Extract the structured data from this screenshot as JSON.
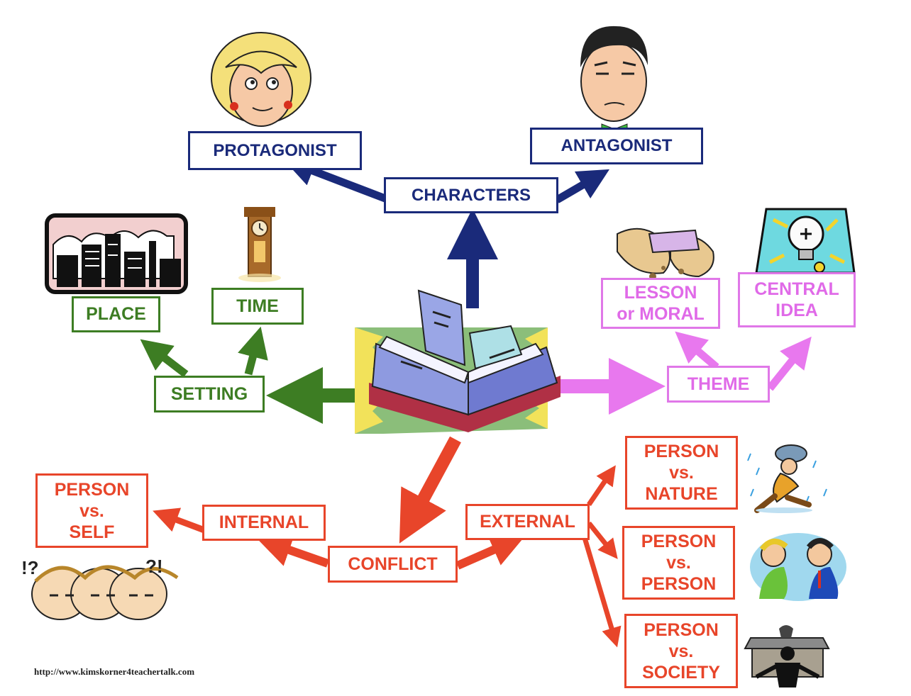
{
  "nodes": {
    "characters": "CHARACTERS",
    "protagonist": "PROTAGONIST",
    "antagonist": "ANTAGONIST",
    "setting": "SETTING",
    "place": "PLACE",
    "time": "TIME",
    "theme": "THEME",
    "lesson": [
      "LESSON",
      "or MORAL"
    ],
    "central_idea": [
      "CENTRAL",
      "IDEA"
    ],
    "conflict": "CONFLICT",
    "internal": "INTERNAL",
    "external": "EXTERNAL",
    "person_self": [
      "PERSON",
      "vs.",
      "SELF"
    ],
    "person_nature": [
      "PERSON",
      "vs.",
      "NATURE"
    ],
    "person_person": [
      "PERSON",
      "vs.",
      "PERSON"
    ],
    "person_society": [
      "PERSON",
      "vs.",
      "SOCIETY"
    ]
  },
  "footer": "http://www.kimskorner4teachertalk.com",
  "colors": {
    "characters": "#1a2a7a",
    "setting": "#3d7d23",
    "theme": "#e078e8",
    "conflict": "#e8452a"
  },
  "illustrations": [
    "book-clipart",
    "blonde-woman-clipart",
    "frowning-man-clipart",
    "city-skyline-clipart",
    "grandfather-clock-clipart",
    "fortune-cookie-clipart",
    "lightbulb-clipart",
    "worried-faces-clipart",
    "running-man-rain-clipart",
    "two-men-arguing-clipart",
    "man-at-podium-clipart"
  ]
}
